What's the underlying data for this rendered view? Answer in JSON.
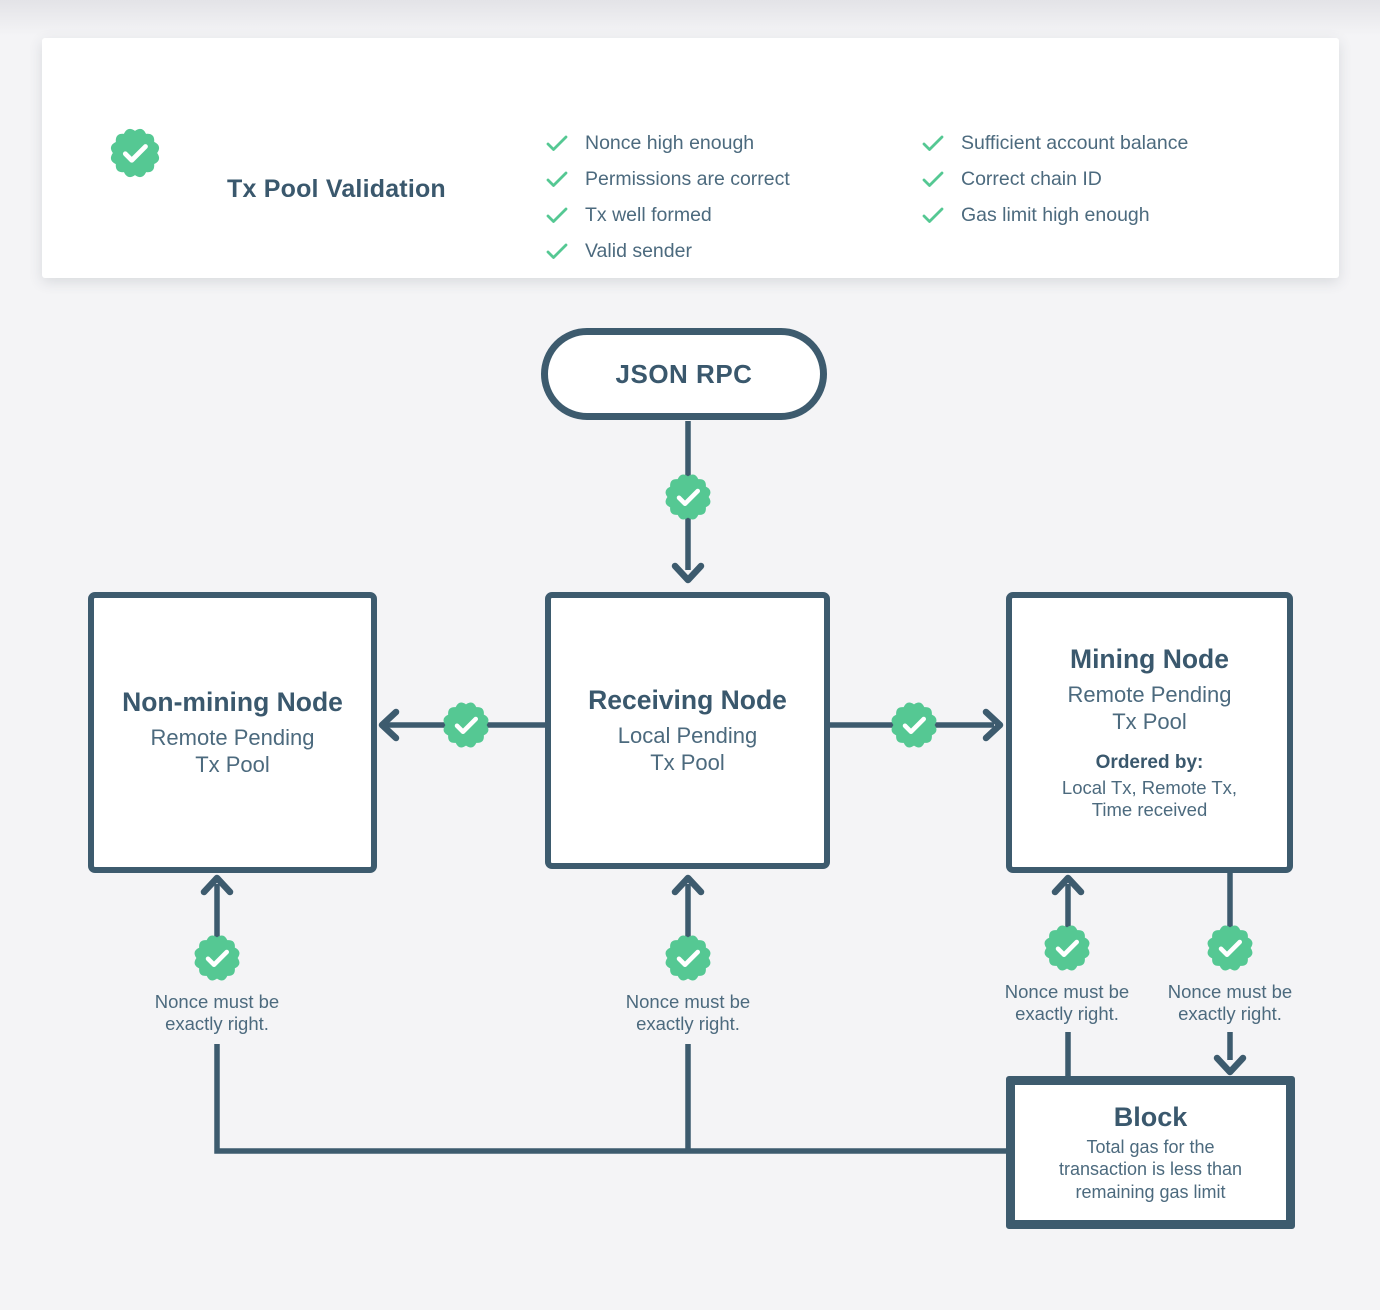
{
  "colors": {
    "background": "#F4F4F6",
    "card_background": "#FFFFFF",
    "ink": "#3A586D",
    "body_text": "#4C6A7E",
    "line": "#3D5B6E",
    "accent_green": "#55C893",
    "check_white": "#FFFFFF"
  },
  "icons": {
    "seal_badge": "seal-check-icon (green scalloped seal with white checkmark)",
    "checklist_check": "green checkmark",
    "arrowheads": "chevron arrows on connectors"
  },
  "validation_card": {
    "title": "Tx Pool Validation",
    "checklist_left": [
      "Nonce high enough",
      "Permissions are correct",
      "Tx well formed",
      "Valid sender"
    ],
    "checklist_right": [
      "Sufficient account balance",
      "Correct chain ID",
      "Gas limit high enough"
    ]
  },
  "flowchart": {
    "entry_node": {
      "label": "JSON RPC"
    },
    "nodes": {
      "non_mining": {
        "title": "Non-mining Node",
        "subtitle": "Remote Pending Tx Pool"
      },
      "receiving": {
        "title": "Receiving Node",
        "subtitle": "Local Pending Tx Pool"
      },
      "mining": {
        "title": "Mining Node",
        "subtitle": "Remote Pending Tx Pool",
        "ordered_by_label": "Ordered by:",
        "ordered_by_items": "Local Tx, Remote Tx, Time received"
      },
      "block": {
        "title": "Block",
        "description": "Total gas for the transaction is less than remaining gas limit"
      }
    },
    "captions": {
      "non_mining": "Nonce must be exactly right.",
      "receiving": "Nonce must be exactly right.",
      "mining_in": "Nonce must be exactly right.",
      "mining_out": "Nonce must be exactly right."
    }
  }
}
